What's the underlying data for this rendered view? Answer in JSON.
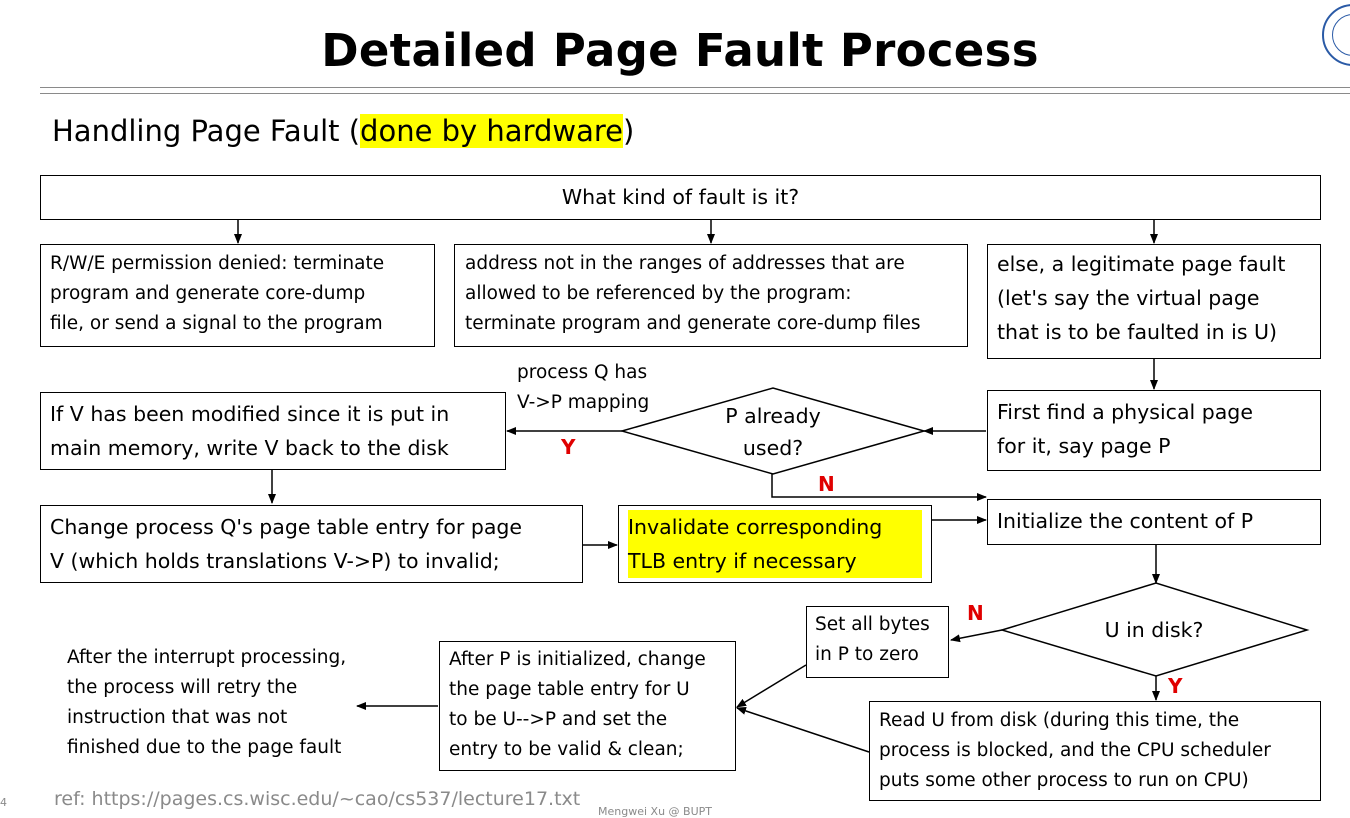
{
  "title": "Detailed Page Fault Process",
  "subtitle": {
    "prefix": "Handling Page Fault (",
    "highlight": "done by hardware",
    "suffix": ")"
  },
  "boxes": {
    "fault_kind": "What kind of fault is it?",
    "permission_denied": [
      "R/W/E permission denied: terminate",
      "program and generate core-dump",
      "file, or send a signal to the program"
    ],
    "address_not_in_range": [
      "address not in the ranges of addresses that are",
      "allowed to be referenced by the program:",
      "terminate program and generate core-dump files"
    ],
    "legitimate_fault": [
      "else, a legitimate page fault",
      "(let's say the virtual page",
      "that is to be faulted in is U)"
    ],
    "find_physical_page": [
      "First find a physical page",
      "for it, say page P"
    ],
    "write_back": [
      "If V has been modified since it is put in",
      "main memory, write V back to the disk"
    ],
    "change_pte": [
      "Change process Q's page table entry for page",
      "V (which holds translations V->P) to invalid;"
    ],
    "invalidate_tlb": [
      "Invalidate corresponding",
      "TLB entry if necessary"
    ],
    "initialize_content": "Initialize the content of P",
    "set_zero": [
      "Set all bytes",
      "in P to zero"
    ],
    "after_initialized": [
      "After P is initialized, change",
      "the page table entry for U",
      "to be U-->P and set the",
      "entry to be valid & clean;"
    ],
    "read_from_disk": [
      "Read U from disk (during this time, the",
      "process is blocked, and the CPU scheduler",
      "puts some other process to run on CPU)"
    ]
  },
  "retry_text": [
    "After the interrupt processing,",
    "the process will retry the",
    "instruction that was not",
    "finished due to the page fault"
  ],
  "decisions": {
    "p_used": [
      "P already",
      "used?"
    ],
    "u_in_disk": "U in disk?"
  },
  "edge_labels": {
    "process_q": [
      "process Q has",
      "V->P mapping"
    ],
    "y1": "Y",
    "n1": "N",
    "n2": "N",
    "y2": "Y"
  },
  "footer": {
    "ref": "ref: https://pages.cs.wisc.edu/~cao/cs537/lecture17.txt",
    "credit": "Mengwei Xu @ BUPT",
    "page": "4"
  },
  "colors": {
    "highlight": "#ffff00",
    "label_red": "#e00000",
    "footer_gray": "#8a8a8a"
  }
}
